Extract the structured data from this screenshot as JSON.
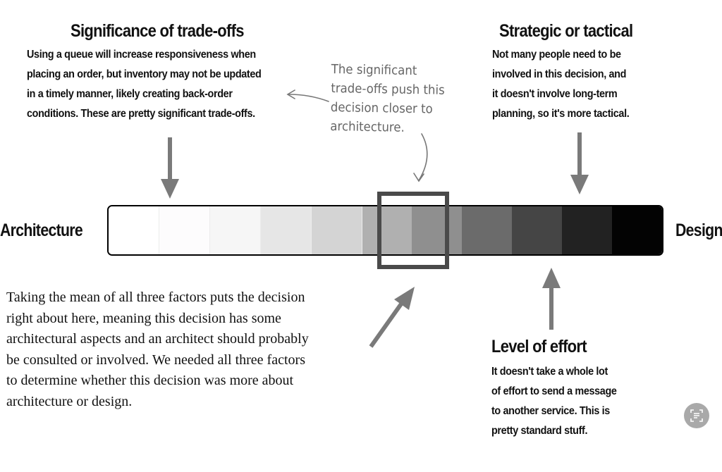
{
  "trade_offs": {
    "title": "Significance of trade-offs",
    "lines": [
      "Using a queue will increase responsiveness when",
      "placing an order, but inventory may not be updated",
      "in a timely manner, likely creating back-order",
      "conditions. These are pretty significant trade-offs."
    ]
  },
  "handwritten_note": {
    "lines": [
      "The significant",
      "trade-offs push this",
      "decision closer to",
      "architecture."
    ]
  },
  "strategic": {
    "title": "Strategic or tactical",
    "lines": [
      "Not many people need to be",
      "involved in this decision, and",
      "it doesn't involve long-term",
      "planning, so it's more tactical."
    ]
  },
  "spectrum": {
    "left_label": "Architecture",
    "right_label": "Design",
    "segment_colors": [
      "#ffffff",
      "#fdfcfd",
      "#f6f6f6",
      "#e6e6e6",
      "#d4d4d4",
      "#b0b0b0",
      "#8f8f8f",
      "#6b6b6b",
      "#454545",
      "#222222",
      "#030303"
    ],
    "highlight_color": "#4a4a4a"
  },
  "conclusion": {
    "lines": [
      "Taking the mean of all three factors puts the decision",
      "right about here, meaning this decision has some",
      "architectural aspects and an architect should probably",
      "be consulted or involved. We needed all three factors",
      "to determine whether this decision was more about",
      "architecture or design."
    ]
  },
  "effort": {
    "title": "Level of effort",
    "lines": [
      "It doesn't take a whole lot",
      "of effort to send a message",
      "to another service. This is",
      "pretty standard stuff."
    ]
  },
  "arrow_color": "#7a7a7a",
  "scan_icon": "text-scan-icon"
}
